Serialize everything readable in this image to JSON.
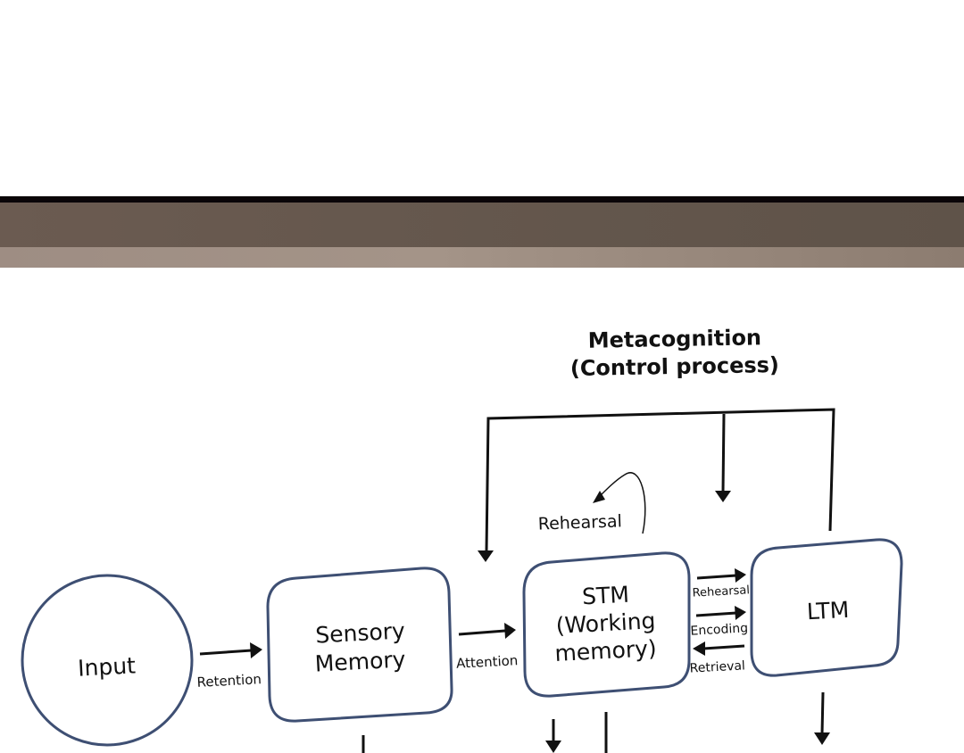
{
  "diagram": {
    "title_line1": "Metacognition",
    "title_line2": "(Control process)",
    "nodes": {
      "input": "Input",
      "sensory_line1": "Sensory",
      "sensory_line2": "Memory",
      "stm_line1": "STM",
      "stm_line2": "(Working",
      "stm_line3": "memory)",
      "ltm": "LTM"
    },
    "edges": {
      "retention": "Retention",
      "attention": "Attention",
      "rehearsal_loop": "Rehearsal",
      "rehearsal_to_ltm": "Rehearsal",
      "encoding": "Encoding",
      "retrieval": "Retrieval"
    },
    "colors": {
      "node_outline": "#3e4f73",
      "arrows": "#111111"
    }
  }
}
